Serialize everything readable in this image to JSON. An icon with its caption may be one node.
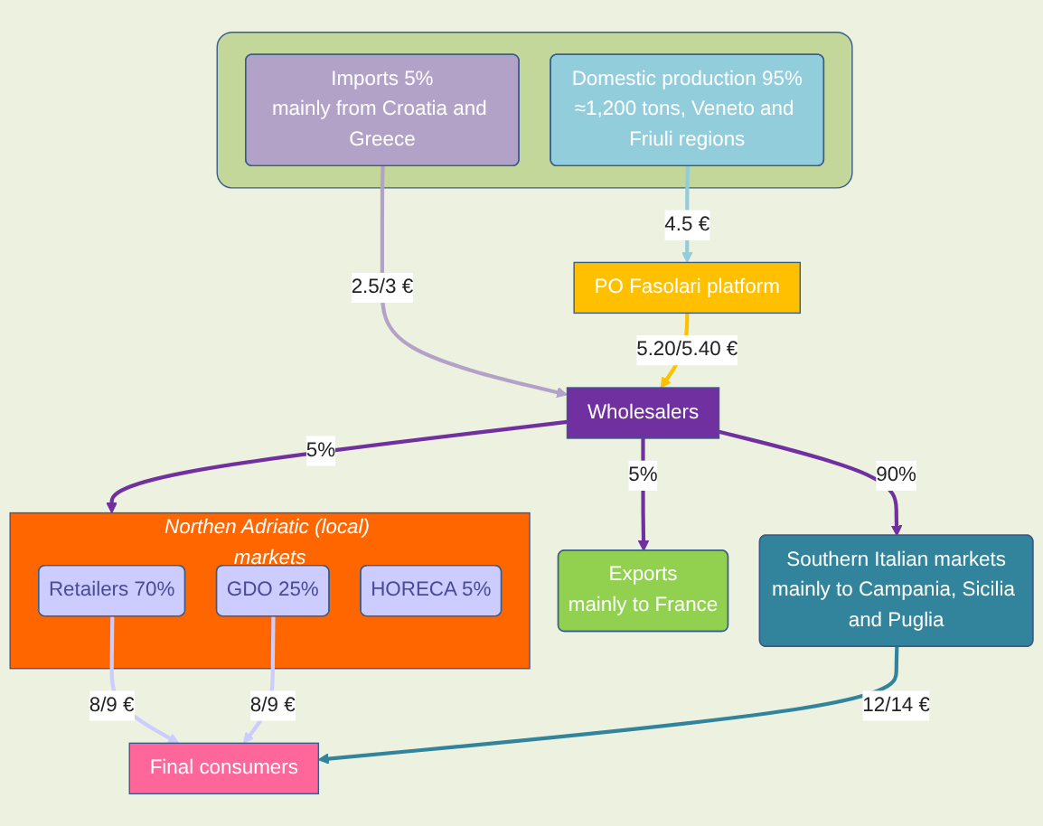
{
  "diagram": {
    "nodes": [
      {
        "text": [],
        "shape": "box"
      },
      {
        "text": [
          "Imports 5%",
          "mainly from Croatia and Greece"
        ],
        "in": 0
      },
      {
        "text": [
          "Domestic production 95%",
          "≈1,200 tons, Veneto and Friuli regions"
        ],
        "in": 0
      },
      {
        "text": [
          "PO Fasolari platform"
        ]
      },
      {
        "text": [
          "Wholesalers"
        ]
      },
      {
        "text": [
          "Exports",
          "mainly to France"
        ]
      },
      {
        "text": [
          "Southern Italian markets",
          "mainly to Campania, Sicilia and Puglia"
        ]
      },
      {
        "text": [
          "Northen Adriatic (local) markets"
        ]
      },
      {
        "text": [
          "Retailers 70%"
        ],
        "in": 7
      },
      {
        "text": [
          "GDO 25%"
        ],
        "in": 7
      },
      {
        "text": [
          "HORECA 5%"
        ],
        "in": 7
      },
      {
        "text": [
          "Final consumers"
        ]
      }
    ],
    "edges": [
      {
        "from": 1,
        "to": 4,
        "label": "2.5/3 €",
        "arrow": "to",
        "color": "#b3a2c8"
      },
      {
        "from": 2,
        "to": 3,
        "label": "4.5 €",
        "arrow": "to",
        "color": "#92cddc"
      },
      {
        "from": 3,
        "to": 4,
        "label": "5.20/5.40 €",
        "arrow": "to",
        "color": "#ffc000"
      },
      {
        "from": 4,
        "to": 5,
        "label": "5%",
        "arrow": "to"
      },
      {
        "from": 4,
        "to": 7,
        "label": "5%",
        "arrow": "to"
      },
      {
        "from": 4,
        "to": 6,
        "label": "90%",
        "arrow": "to"
      },
      {
        "from": 8,
        "to": 11,
        "label": "8/9 €",
        "arrow": "to",
        "color": "#ccccff"
      },
      {
        "from": 9,
        "to": 11,
        "label": "8/9 €",
        "arrow": "to",
        "color": "#ccccff"
      },
      {
        "from": 6,
        "to": 11,
        "label": "12/14 €",
        "arrow": "to",
        "color": "#31849b"
      }
    ]
  }
}
